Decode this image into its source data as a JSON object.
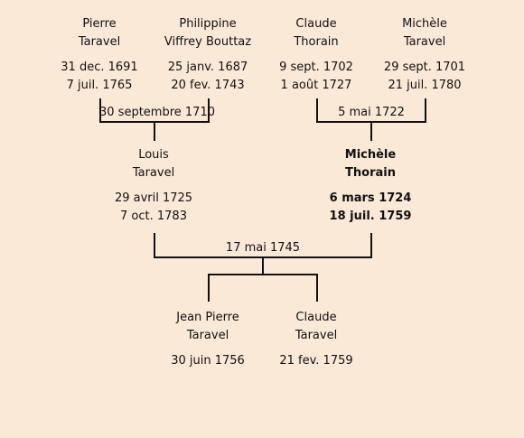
{
  "persons": [
    {
      "id": "pierre-taravel",
      "first": "Pierre",
      "last": "Taravel",
      "birth": "31 dec. 1691",
      "death": "7 juil. 1765"
    },
    {
      "id": "philippine-viffrey-bouttaz",
      "first": "Philippine",
      "last": "Viffrey Bouttaz",
      "birth": "25 janv. 1687",
      "death": "20 fev. 1743"
    },
    {
      "id": "claude-thorain",
      "first": "Claude",
      "last": "Thorain",
      "birth": "9 sept. 1702",
      "death": "1 août 1727"
    },
    {
      "id": "michele-taravel",
      "first": "Michèle",
      "last": "Taravel",
      "birth": "29 sept. 1701",
      "death": "21 juil. 1780"
    },
    {
      "id": "louis-taravel",
      "first": "Louis",
      "last": "Taravel",
      "birth": "29 avril 1725",
      "death": "7 oct. 1783"
    },
    {
      "id": "michele-thorain",
      "first": "Michèle",
      "last": "Thorain",
      "birth": "6 mars 1724",
      "death": "18 juil. 1759"
    },
    {
      "id": "jean-pierre-taravel",
      "first": "Jean Pierre",
      "last": "Taravel",
      "birth": "30 juin 1756",
      "death": ""
    },
    {
      "id": "claude-taravel",
      "first": "Claude",
      "last": "Taravel",
      "birth": "21 fev. 1759",
      "death": ""
    }
  ],
  "marriages": {
    "paternal": "30 septembre 1710",
    "maternal": "5 mai 1722",
    "parents": "17 mai 1745"
  }
}
